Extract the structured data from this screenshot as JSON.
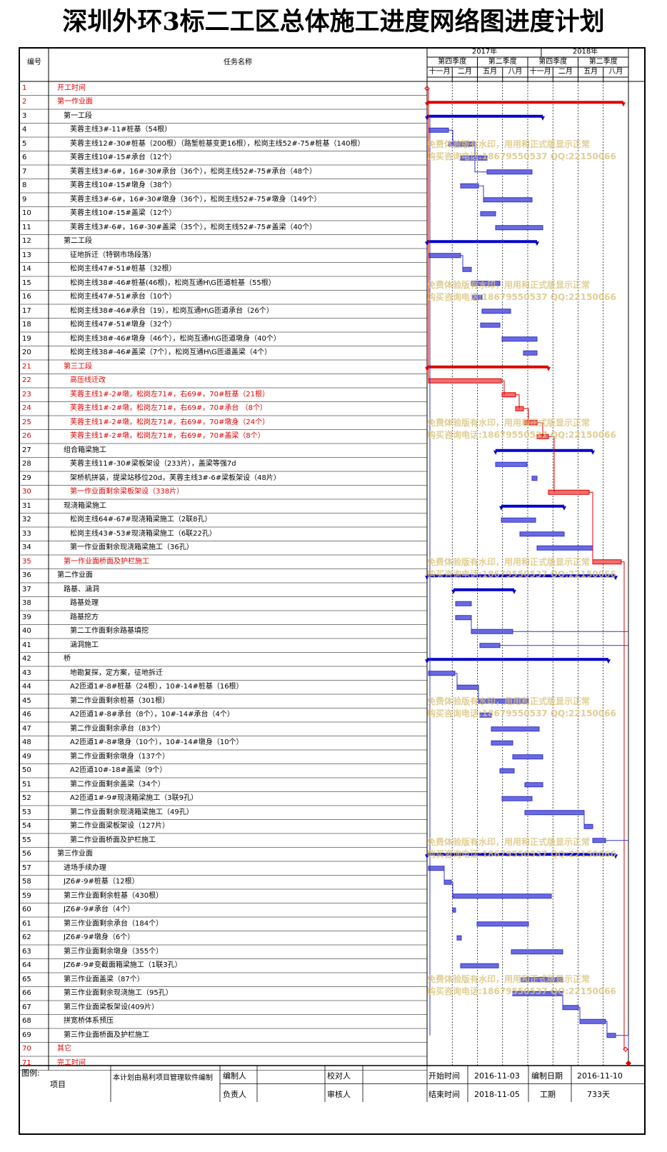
{
  "title": "深圳外环3标二工区总体施工进度网络图进度计划",
  "header": {
    "col_no": "编号",
    "col_name": "任务名称",
    "years": [
      "2017年",
      "2018年"
    ],
    "quarters": [
      "第四季度",
      "第二季度",
      "第四季度",
      "第二季度"
    ],
    "months": [
      "十一月",
      "二月",
      "五月",
      "八月",
      "十一月",
      "二月",
      "五月",
      "八月"
    ]
  },
  "tasks": [
    {
      "no": "1",
      "name": "开工时间",
      "indent": 0,
      "red": true
    },
    {
      "no": "2",
      "name": "第一作业面",
      "indent": 0,
      "red": true
    },
    {
      "no": "3",
      "name": "第一工段",
      "indent": 1,
      "red": false
    },
    {
      "no": "4",
      "name": "芙蓉主线3#-11#桩基（54根）",
      "indent": 2,
      "red": false
    },
    {
      "no": "5",
      "name": "芙蓉主线12#-30#桩基（200根）（路堑桩基变更16根），松岗主线52#-75#桩基（140根）",
      "indent": 2,
      "red": false
    },
    {
      "no": "6",
      "name": "芙蓉主线10#-15#承台（12个）",
      "indent": 2,
      "red": false
    },
    {
      "no": "7",
      "name": "芙蓉主线3#-6#，16#-30#承台（36个），松岗主线52#-75#承台（48个）",
      "indent": 2,
      "red": false
    },
    {
      "no": "8",
      "name": "芙蓉主线10#-15#墩身（38个）",
      "indent": 2,
      "red": false
    },
    {
      "no": "9",
      "name": "芙蓉主线3#-6#，16#-30#墩身（36个），松岗主线52#-75#墩身（149个）",
      "indent": 2,
      "red": false
    },
    {
      "no": "10",
      "name": "芙蓉主线10#-15#盖梁（12个）",
      "indent": 2,
      "red": false
    },
    {
      "no": "11",
      "name": "芙蓉主线3#-6#，16#-30#盖梁（35个），松岗主线52#-75#盖梁（40个）",
      "indent": 2,
      "red": false
    },
    {
      "no": "12",
      "name": "第二工段",
      "indent": 1,
      "red": false
    },
    {
      "no": "13",
      "name": "征地拆迁（特钢市场段落）",
      "indent": 2,
      "red": false
    },
    {
      "no": "14",
      "name": "松岗主线47#-51#桩基（32根）",
      "indent": 2,
      "red": false
    },
    {
      "no": "15",
      "name": "松岗主线38#-46#桩基(46根)，松岗互通H\\G匝道桩基（55根）",
      "indent": 2,
      "red": false
    },
    {
      "no": "16",
      "name": "松岗主线47#-51#承台（10个）",
      "indent": 2,
      "red": false
    },
    {
      "no": "17",
      "name": "松岗主线38#-46#承台（19），松岗互通H\\G匝道承台（26个）",
      "indent": 2,
      "red": false
    },
    {
      "no": "18",
      "name": "松岗主线47#-51#墩身（32个）",
      "indent": 2,
      "red": false
    },
    {
      "no": "19",
      "name": "松岗主线38#-46#墩身（46个），松岗互通H\\G匝道墩身（40个）",
      "indent": 2,
      "red": false
    },
    {
      "no": "20",
      "name": "松岗主线38#-46#盖梁（7个），松岗互通H\\G匝道盖梁（4个）",
      "indent": 2,
      "red": false
    },
    {
      "no": "21",
      "name": "第三工段",
      "indent": 1,
      "red": true
    },
    {
      "no": "22",
      "name": "高压线迁改",
      "indent": 2,
      "red": true
    },
    {
      "no": "23",
      "name": "芙蓉主线1#-2#墩，松岗左71#，右69#，70#桩基（21根）",
      "indent": 2,
      "red": true
    },
    {
      "no": "24",
      "name": "芙蓉主线1#-2#墩，松岗左71#，右69#，70#承台 （8个）",
      "indent": 2,
      "red": true
    },
    {
      "no": "25",
      "name": "芙蓉主线1#-2#墩，松岗左71#，右69#，70#墩身（24个）",
      "indent": 2,
      "red": true
    },
    {
      "no": "26",
      "name": "芙蓉主线1#-2#墩，松岗左71#，右69#，70#盖梁（8个）",
      "indent": 2,
      "red": true
    },
    {
      "no": "27",
      "name": "组合箱梁施工",
      "indent": 1,
      "red": false
    },
    {
      "no": "28",
      "name": "芙蓉主线11#-30#梁板架设（233片），盖梁等强7d",
      "indent": 2,
      "red": false
    },
    {
      "no": "29",
      "name": "架桥机拼装，提梁站移位20d，芙蓉主线3#-6#梁板架设（48片）",
      "indent": 2,
      "red": false
    },
    {
      "no": "30",
      "name": "第一作业面剩余梁板架设（338片）",
      "indent": 2,
      "red": true
    },
    {
      "no": "31",
      "name": "现浇箱梁施工",
      "indent": 1,
      "red": false
    },
    {
      "no": "32",
      "name": "松岗主线64#-67#现浇箱梁施工（2联8孔）",
      "indent": 2,
      "red": false
    },
    {
      "no": "33",
      "name": "松岗主线43#-53#现浇箱梁施工（6联22孔）",
      "indent": 2,
      "red": false
    },
    {
      "no": "34",
      "name": "第一作业面剩余现浇箱梁施工（36孔）",
      "indent": 2,
      "red": false
    },
    {
      "no": "35",
      "name": "第一作业面桥面及护栏施工",
      "indent": 1,
      "red": true
    },
    {
      "no": "36",
      "name": "第二作业面",
      "indent": 0,
      "red": false
    },
    {
      "no": "37",
      "name": "路基、涵洞",
      "indent": 1,
      "red": false
    },
    {
      "no": "38",
      "name": "路基处理",
      "indent": 2,
      "red": false
    },
    {
      "no": "39",
      "name": "路基挖方",
      "indent": 2,
      "red": false
    },
    {
      "no": "40",
      "name": "第二工作面剩余路基填挖",
      "indent": 2,
      "red": false
    },
    {
      "no": "41",
      "name": "涵洞施工",
      "indent": 2,
      "red": false
    },
    {
      "no": "42",
      "name": "桥",
      "indent": 1,
      "red": false
    },
    {
      "no": "43",
      "name": "地勘复探，定方案，征地拆迁",
      "indent": 2,
      "red": false
    },
    {
      "no": "44",
      "name": "A2匝道1#-8#桩基（24根），10#-14#桩基（16根）",
      "indent": 2,
      "red": false
    },
    {
      "no": "45",
      "name": "第二作业面剩余桩基（301根）",
      "indent": 2,
      "red": false
    },
    {
      "no": "46",
      "name": "A2匝道1#-8#承台（8个），10#-14#承台（4个）",
      "indent": 2,
      "red": false
    },
    {
      "no": "47",
      "name": "第二作业面剩余承台（83个）",
      "indent": 2,
      "red": false
    },
    {
      "no": "48",
      "name": "A2匝道1#-8#墩身（10个），10#-14#墩身（10个）",
      "indent": 2,
      "red": false
    },
    {
      "no": "49",
      "name": "第二作业面剩余墩身（137个）",
      "indent": 2,
      "red": false
    },
    {
      "no": "50",
      "name": "A2匝道10#-18#盖梁（9个）",
      "indent": 2,
      "red": false
    },
    {
      "no": "51",
      "name": "第二作业面剩余盖梁（34个）",
      "indent": 2,
      "red": false
    },
    {
      "no": "52",
      "name": "A2匝道1#-9#现浇箱梁施工（3联9孔）",
      "indent": 2,
      "red": false
    },
    {
      "no": "53",
      "name": "第二作业面剩余现浇箱梁施工（49孔）",
      "indent": 2,
      "red": false
    },
    {
      "no": "54",
      "name": "第二作业面梁板架设（127片）",
      "indent": 2,
      "red": false
    },
    {
      "no": "55",
      "name": "第二作业面桥面及护栏施工",
      "indent": 2,
      "red": false
    },
    {
      "no": "56",
      "name": "第三作业面",
      "indent": 0,
      "red": false
    },
    {
      "no": "57",
      "name": "进场手续办理",
      "indent": 1,
      "red": false
    },
    {
      "no": "58",
      "name": "JZ6#-9#桩基（12根）",
      "indent": 1,
      "red": false
    },
    {
      "no": "59",
      "name": "第三作业面剩余桩基（430根）",
      "indent": 1,
      "red": false
    },
    {
      "no": "60",
      "name": "JZ6#-9#承台（4个）",
      "indent": 1,
      "red": false
    },
    {
      "no": "61",
      "name": "第三作业面剩余承台（184个）",
      "indent": 1,
      "red": false
    },
    {
      "no": "62",
      "name": "JZ6#-9#墩身（6个）",
      "indent": 1,
      "red": false
    },
    {
      "no": "63",
      "name": "第三作业面剩余墩身（355个）",
      "indent": 1,
      "red": false
    },
    {
      "no": "64",
      "name": "JZ6#-9#变截面箱梁施工（1联3孔）",
      "indent": 1,
      "red": false
    },
    {
      "no": "65",
      "name": "第三作业面盖梁（87个）",
      "indent": 1,
      "red": false
    },
    {
      "no": "66",
      "name": "第三作业面剩余现浇施工（95孔）",
      "indent": 1,
      "red": false
    },
    {
      "no": "67",
      "name": "第三作业面梁板架设(409片）",
      "indent": 1,
      "red": false
    },
    {
      "no": "68",
      "name": "拼宽桥体系预压",
      "indent": 1,
      "red": false
    },
    {
      "no": "69",
      "name": "第三作业面桥面及护栏施工",
      "indent": 1,
      "red": false
    },
    {
      "no": "70",
      "name": "其它",
      "indent": 0,
      "red": true
    },
    {
      "no": "71",
      "name": "完工时间",
      "indent": 0,
      "red": true
    }
  ],
  "watermark": {
    "line1": "免费体验版有水印，用用和正式版显示正常",
    "line2": "购买咨询电话:18679550537 QQ:22150066"
  },
  "footer": {
    "legend_label": "图例:",
    "project_label": "项目",
    "software_note": "本计划由易利项目管理软件编制",
    "editor_label": "编制人",
    "checker_label": "校对人",
    "manager_label": "负责人",
    "reviewer_label": "审核人",
    "start_label": "开始时间",
    "start_value": "2016-11-03",
    "date_label": "编制日期",
    "date_value": "2016-11-10",
    "end_label": "结束时间",
    "end_value": "2018-11-05",
    "duration_label": "工期",
    "duration_value": "733天"
  },
  "colors": {
    "bar": "#3333cc",
    "bar_fill": "#6a6ae0",
    "critical": "#e00000",
    "summary": "#0000cc",
    "watermark": "#d9c27a"
  }
}
